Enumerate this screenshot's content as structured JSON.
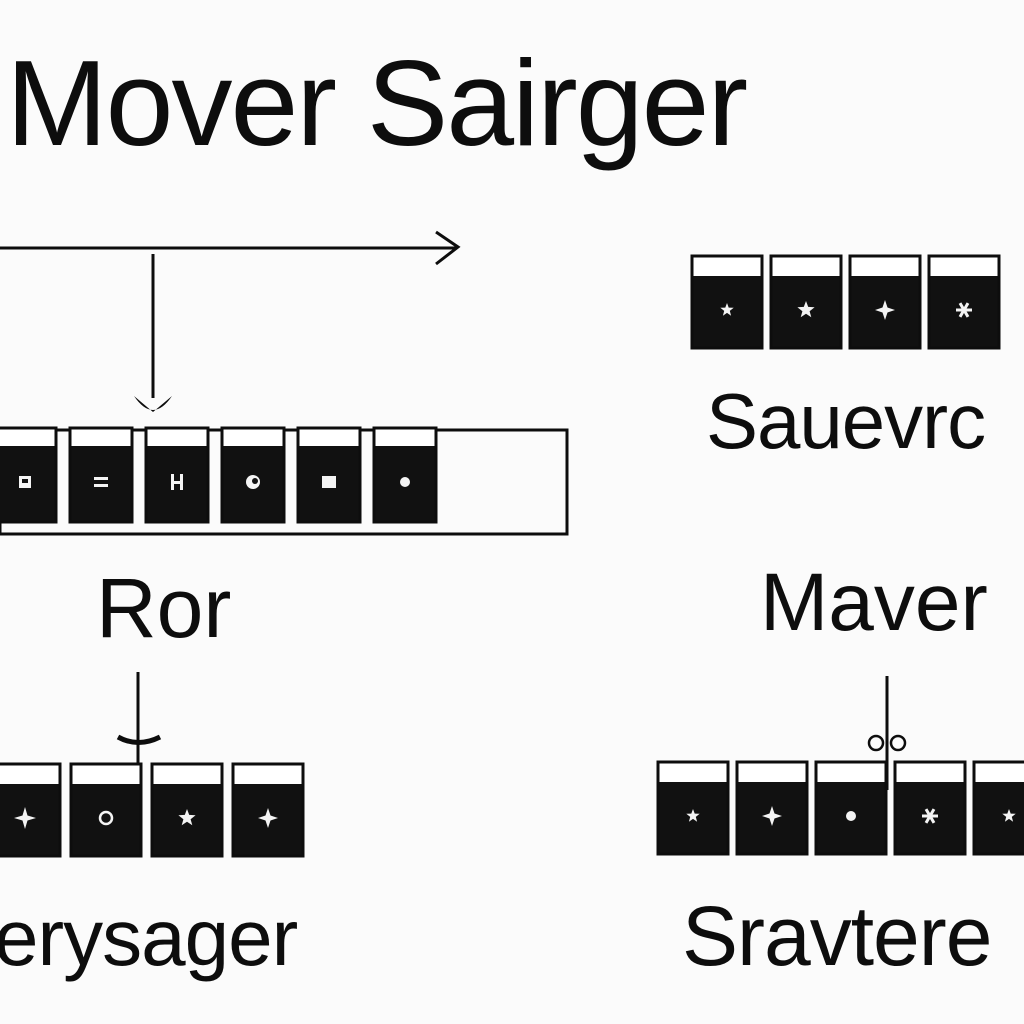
{
  "title": "Mover Sairger",
  "labels": {
    "ror": "Ror",
    "saueverc": "Sauevrc",
    "maver": "Maver",
    "erysager": "erysager",
    "sravtere": "Sravtere"
  },
  "colors": {
    "ink": "#0d0d0d",
    "paper": "#fbfbfb",
    "key_face": "#111111",
    "key_cap": "#ffffff"
  },
  "key_rows": [
    {
      "id": "row-main",
      "glyphs": [
        "robot-icon",
        "equals-icon",
        "h-icon",
        "swirl-icon",
        "block-icon",
        "dot-icon"
      ],
      "has_frame": true
    },
    {
      "id": "row-top-right",
      "glyphs": [
        "star-small-icon",
        "star-icon",
        "sparkle-icon",
        "asterisk-icon"
      ],
      "has_frame": false
    },
    {
      "id": "row-bottom-left",
      "glyphs": [
        "plus-star-icon",
        "ring-icon",
        "star-icon",
        "sparkle-icon"
      ],
      "has_frame": false
    },
    {
      "id": "row-bottom-right",
      "glyphs": [
        "star-small-icon",
        "sparkle-icon",
        "dot-icon",
        "asterisk-icon",
        "star-small-icon"
      ],
      "has_frame": false
    }
  ]
}
